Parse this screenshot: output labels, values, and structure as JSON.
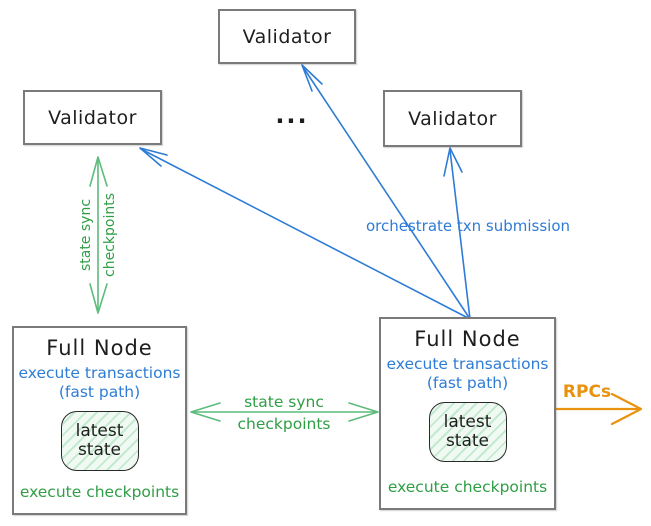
{
  "colors": {
    "background": "#ffffff",
    "ink": "#1e1e1e",
    "blue": "#2e7cd6",
    "green": "#2f9e44",
    "green-arrow": "#5dbb7d",
    "orange": "#e8920e",
    "box-border": "#7a7a7a",
    "state-border": "#2a2a2a",
    "state-fill": "#f1faf2",
    "state-stripe": "#c3ead0"
  },
  "nodes": {
    "validator_top": {
      "label": "Validator"
    },
    "validator_left": {
      "label": "Validator"
    },
    "validator_right": {
      "label": "Validator"
    },
    "ellipsis": "...",
    "fullnode_left": {
      "title": "Full Node",
      "blue_line1": "execute transactions",
      "blue_line2": "(fast path)",
      "state_line1": "latest",
      "state_line2": "state",
      "footer": "execute checkpoints"
    },
    "fullnode_right": {
      "title": "Full Node",
      "blue_line1": "execute transactions",
      "blue_line2": "(fast path)",
      "state_line1": "latest",
      "state_line2": "state",
      "footer": "execute checkpoints"
    }
  },
  "edges": {
    "state_sync_left": {
      "line1": "state sync",
      "line2": "checkpoints"
    },
    "state_sync_mid": {
      "line1": "state sync",
      "line2": "checkpoints"
    },
    "orchestrate": {
      "label": "orchestrate txn submission"
    },
    "rpcs": {
      "label": "RPCs"
    }
  }
}
